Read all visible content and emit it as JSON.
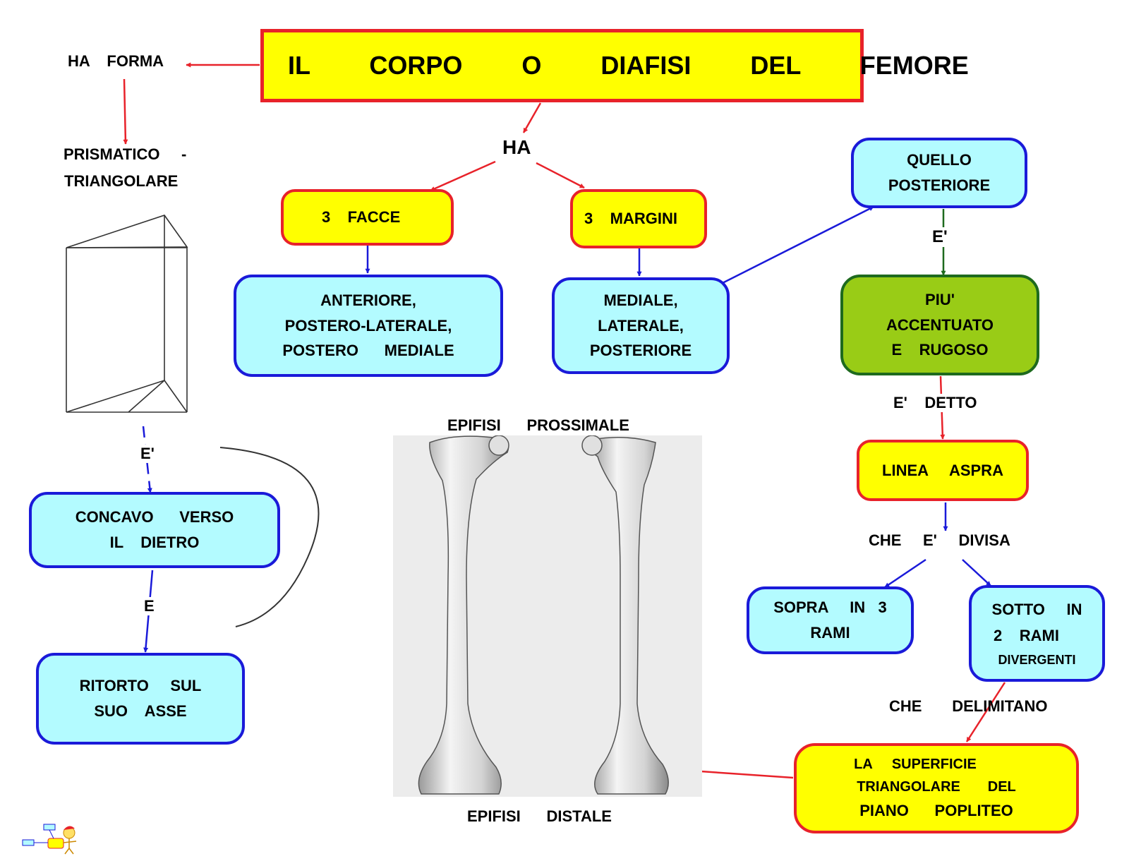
{
  "title": "IL   CORPO   O   DIAFISI   DEL   FEMORE",
  "left": {
    "ha_forma": "HA    FORMA",
    "prismatico": "PRISMATICO     -",
    "triangolare": "TRIANGOLARE",
    "e1": "E'",
    "concavo": "CONCAVO      VERSO\nIL    DIETRO",
    "e2": "E",
    "ritorto": "RITORTO     SUL\nSUO    ASSE"
  },
  "center": {
    "ha": "HA",
    "facce": "3    FACCE",
    "margini": "3    MARGINI",
    "facce_list": "ANTERIORE,\nPOSTERO-LATERALE,\nPOSTERO      MEDIALE",
    "margini_list": "MEDIALE,\nLATERALE,\nPOSTERIORE",
    "epifisi_prossimale": "EPIFISI      PROSSIMALE",
    "epifisi_distale": "EPIFISI      DISTALE"
  },
  "right": {
    "quello": "QUELLO\nPOSTERIORE",
    "e_label": "E'",
    "piu": "PIU'\nACCENTUATO\nE    RUGOSO",
    "e_detto": "E'    DETTO",
    "linea": "LINEA     ASPRA",
    "che_divisa": "CHE     E'     DIVISA",
    "sopra": "SOPRA     IN   3\nRAMI",
    "sotto_l1": "SOTTO     IN",
    "sotto_l2": "2    RAMI",
    "sotto_l3": "DIVERGENTI",
    "che_delimitano": "CHE       DELIMITANO",
    "sup_l1": "LA     SUPERFICIE",
    "sup_l2": "TRIANGOLARE       DEL",
    "sup_l3": "PIANO      POPLITEO"
  },
  "colors": {
    "yellow": "#ffff00",
    "cyan": "#b3fbff",
    "green": "#99cc16",
    "red_arrow": "#e8222a",
    "blue_arrow": "#1a1ad9",
    "green_arrow": "#1e6a1e"
  }
}
